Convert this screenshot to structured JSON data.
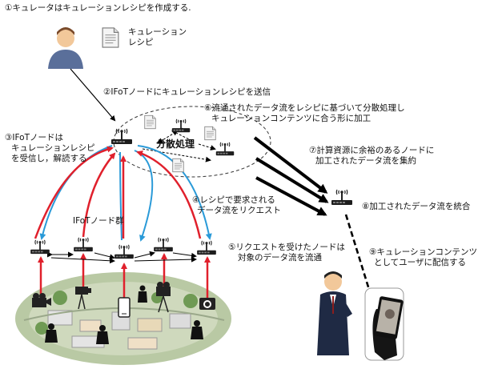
{
  "labels": {
    "s1": "①キュレータはキュレーションレシピを作成する.",
    "recipe": [
      "キュレーション",
      "レシピ"
    ],
    "s2": "②IFoTノードにキュレーションレシピを送信",
    "s3": [
      "③IFoTノードは",
      "キュレーションレシピ",
      "を受信し，解読する"
    ],
    "s6": [
      "⑥流通されたデータ流をレシピに基づいて分散処理し",
      "キュレーションコンテンツに合う形に加工"
    ],
    "distributed": "分散処理",
    "s7": [
      "⑦計算資源に余裕のあるノードに",
      "加工されたデータ流を集約"
    ],
    "s4": [
      "④レシピで要求される",
      "データ流をリクエスト"
    ],
    "group": "IFoTノード群",
    "s8": "⑧加工されたデータ流を統合",
    "s5": [
      "⑤リクエストを受けたノードは",
      "対象のデータ流を流通"
    ],
    "s9": [
      "⑨キュレーションコンテンツ",
      "としてユーザに配信する"
    ]
  },
  "colors": {
    "request_arrow": "#e0202c",
    "stream_arrow": "#2a9ad8",
    "aggregate_arrow": "#000000",
    "person_skin": "#f2c89a",
    "person_body": "#5a6f9a",
    "ground": "#b9c9a4"
  },
  "icons": [
    "person-icon",
    "document-icon",
    "router-icon",
    "video-camera-icon",
    "camera-icon",
    "smartphone-icon"
  ]
}
